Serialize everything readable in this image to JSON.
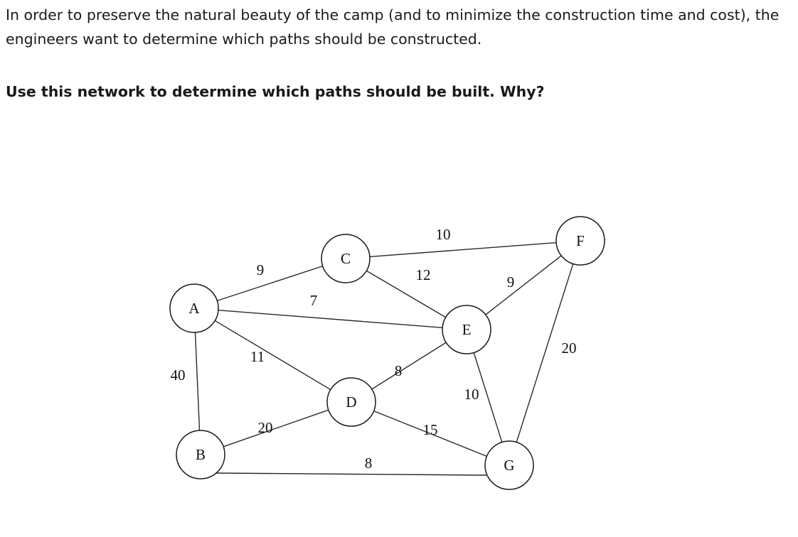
{
  "text": {
    "intro": "In order to preserve the natural beauty of the camp (and to minimize the construction time and cost), the engineers want to determine which paths should be constructed.",
    "question": "Use this network to determine which paths should be built.  Why?"
  },
  "network": {
    "nodes": [
      {
        "id": "A",
        "label": "A"
      },
      {
        "id": "B",
        "label": "B"
      },
      {
        "id": "C",
        "label": "C"
      },
      {
        "id": "D",
        "label": "D"
      },
      {
        "id": "E",
        "label": "E"
      },
      {
        "id": "F",
        "label": "F"
      },
      {
        "id": "G",
        "label": "G"
      }
    ],
    "edges": [
      {
        "from": "A",
        "to": "C",
        "weight": "9"
      },
      {
        "from": "A",
        "to": "E",
        "weight": "7"
      },
      {
        "from": "A",
        "to": "D",
        "weight": "11"
      },
      {
        "from": "A",
        "to": "B",
        "weight": "40"
      },
      {
        "from": "B",
        "to": "D",
        "weight": "20"
      },
      {
        "from": "B",
        "to": "G",
        "weight": "8"
      },
      {
        "from": "C",
        "to": "F",
        "weight": "10"
      },
      {
        "from": "C",
        "to": "E",
        "weight": "12"
      },
      {
        "from": "D",
        "to": "E",
        "weight": "8"
      },
      {
        "from": "D",
        "to": "G",
        "weight": "15"
      },
      {
        "from": "E",
        "to": "F",
        "weight": "9"
      },
      {
        "from": "E",
        "to": "G",
        "weight": "10"
      },
      {
        "from": "F",
        "to": "G",
        "weight": "20"
      }
    ]
  }
}
